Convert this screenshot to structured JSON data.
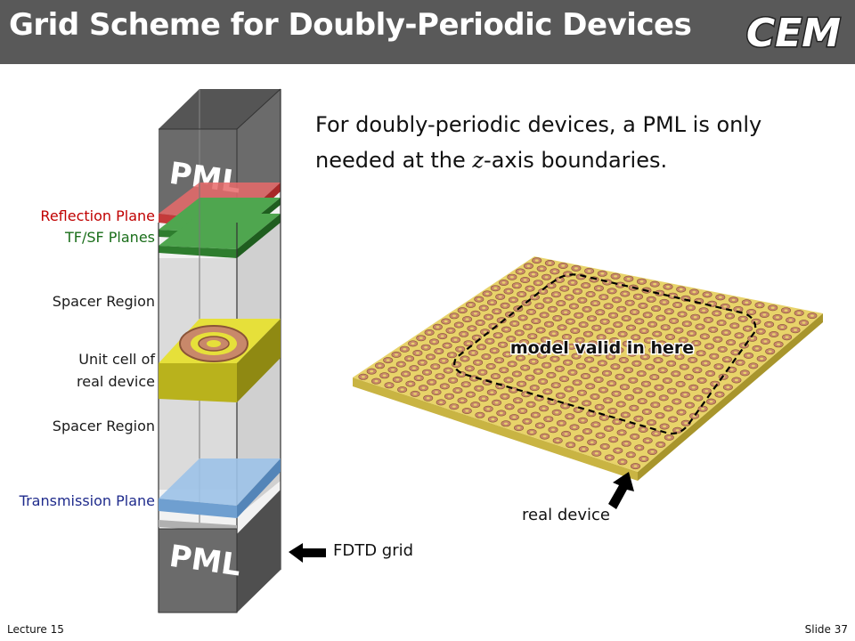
{
  "header": {
    "title": "Grid Scheme for Doubly-Periodic Devices",
    "logo_text": "CEM"
  },
  "body_text": {
    "line1": "For doubly-periodic devices, a PML is only",
    "line2_before": "needed at the ",
    "line2_var": "z",
    "line2_after": "-axis boundaries."
  },
  "tower_labels": {
    "pml_top": "PML",
    "pml_bottom": "PML",
    "reflection_plane": "Reflection Plane",
    "tfsf_planes": "TF/SF Planes",
    "spacer_top": "Spacer Region",
    "unit_cell_line1": "Unit cell of",
    "unit_cell_line2": "real device",
    "spacer_bottom": "Spacer Region",
    "transmission_plane": "Transmission Plane"
  },
  "annotations": {
    "fdtd_grid": "FDTD grid",
    "real_device": "real device",
    "model_valid": "model valid in here"
  },
  "footer": {
    "left": "Lecture 15",
    "right": "Slide 37"
  },
  "colors": {
    "title_bar": "#595959",
    "reflection": "#c00000",
    "tfsf": "#1a6e1a",
    "transmission": "#1f2b8c",
    "substrate": "#e8d36a",
    "ring": "#c8886a"
  },
  "device_array": {
    "rows": 22,
    "cols": 22
  }
}
